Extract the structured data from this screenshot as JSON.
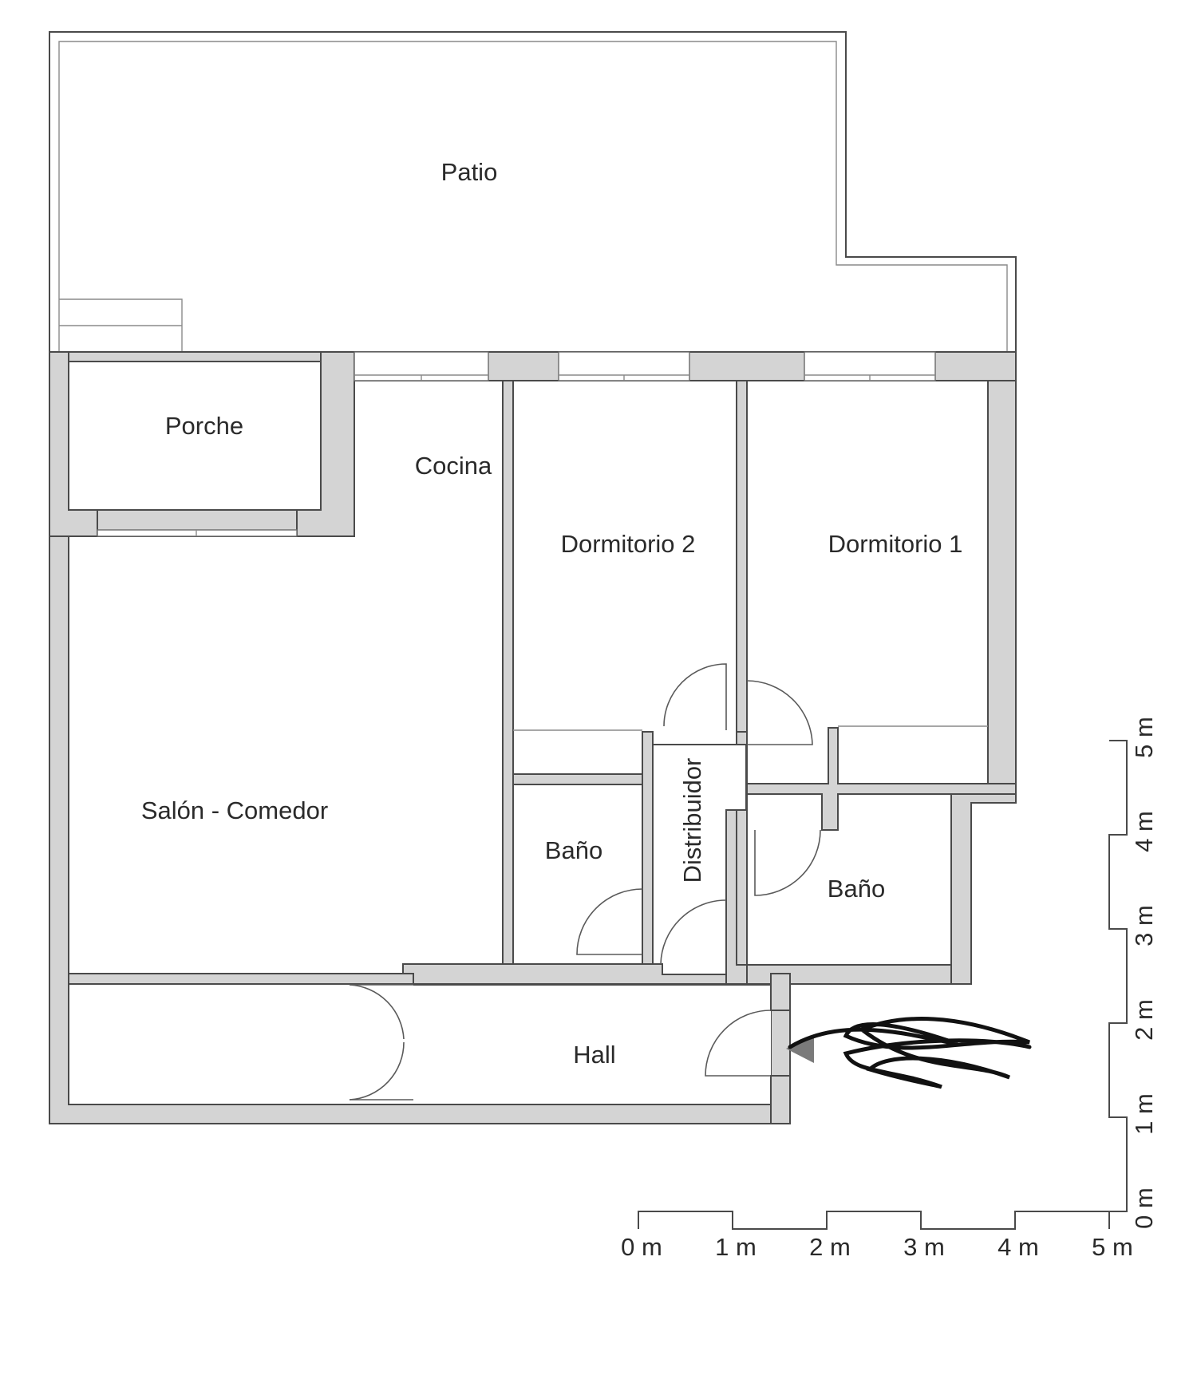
{
  "rooms": {
    "patio": "Patio",
    "porche": "Porche",
    "cocina": "Cocina",
    "dormitorio_2": "Dormitorio 2",
    "dormitorio_1": "Dormitorio 1",
    "salon_comedor": "Salón - Comedor",
    "bano_left": "Baño",
    "distribuidor": "Distribuidor",
    "bano_right": "Baño",
    "hall": "Hall"
  },
  "scale_x": [
    "0 m",
    "1 m",
    "2 m",
    "3 m",
    "4 m",
    "5 m"
  ],
  "scale_y": [
    "0 m",
    "1 m",
    "2 m",
    "3 m",
    "4 m",
    "5 m"
  ],
  "colors": {
    "wall_fill": "#d4d4d4",
    "line": "#4a4a4a",
    "scribble": "#111111",
    "entry_arrow": "#7a7a7a"
  }
}
